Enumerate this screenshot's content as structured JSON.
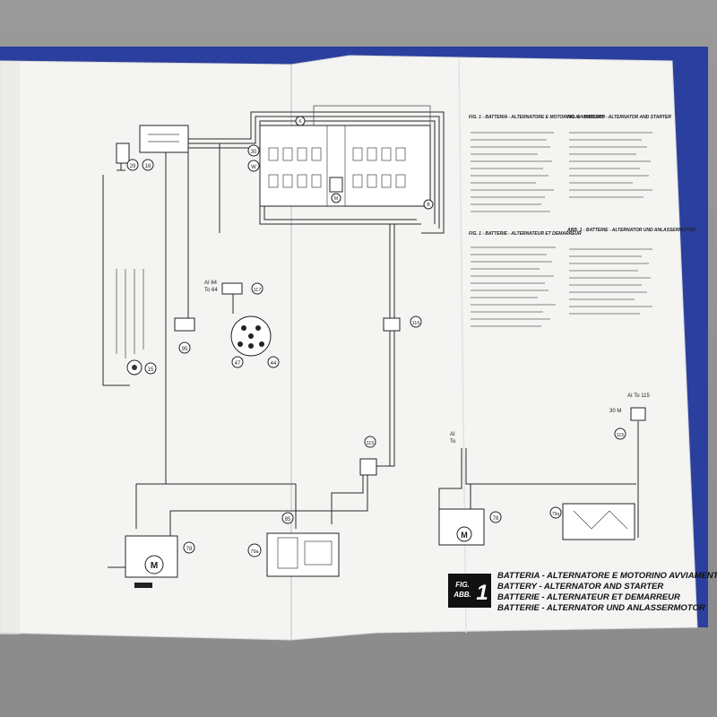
{
  "panel": {
    "fig_badge_line1": "FIG.",
    "fig_badge_line2": "ABB.",
    "fig_number": "1",
    "title_it": "BATTERIA - ALTERNATORE E MOTORINO AVVIAMENTO",
    "title_en": "BATTERY - ALTERNATOR AND STARTER",
    "title_fr": "BATTERIE - ALTERNATEUR ET DEMARREUR",
    "title_de": "BATTERIE - ALTERNATOR UND ANLASSERMOTOR"
  },
  "legend_headers": {
    "it": "FIG. 1 - BATTERIA - ALTERNATORE E MOTORINO AVVIAMENTO",
    "en": "FIG. 1 - BATTERY - ALTERNATOR AND STARTER",
    "fr": "FIG. 1 - BATTERIE - ALTERNATEUR ET DEMARREUR",
    "de": "ABB. 1 - BATTERIE - ALTERNATOR UND ANLASSERMOTOR"
  },
  "components": [
    {
      "id": "29"
    },
    {
      "id": "16"
    },
    {
      "id": "30"
    },
    {
      "id": "W"
    },
    {
      "id": "K"
    },
    {
      "id": "M"
    },
    {
      "id": "B"
    },
    {
      "id": "117"
    },
    {
      "id": "95"
    },
    {
      "id": "15"
    },
    {
      "id": "47"
    },
    {
      "id": "44"
    },
    {
      "id": "116"
    },
    {
      "id": "115"
    },
    {
      "id": "78"
    },
    {
      "id": "85"
    },
    {
      "id": "79a"
    }
  ],
  "connector_notes": {
    "left_ai": "AI 64",
    "left_to": "To 64",
    "right_ai": "AI",
    "right_to": "To",
    "ai115": "AI To 115",
    "m30": "30 M"
  },
  "motor_label": "M",
  "right_motor_label": "M",
  "right_78": "78",
  "right_79a": "79a",
  "right_115": "115"
}
